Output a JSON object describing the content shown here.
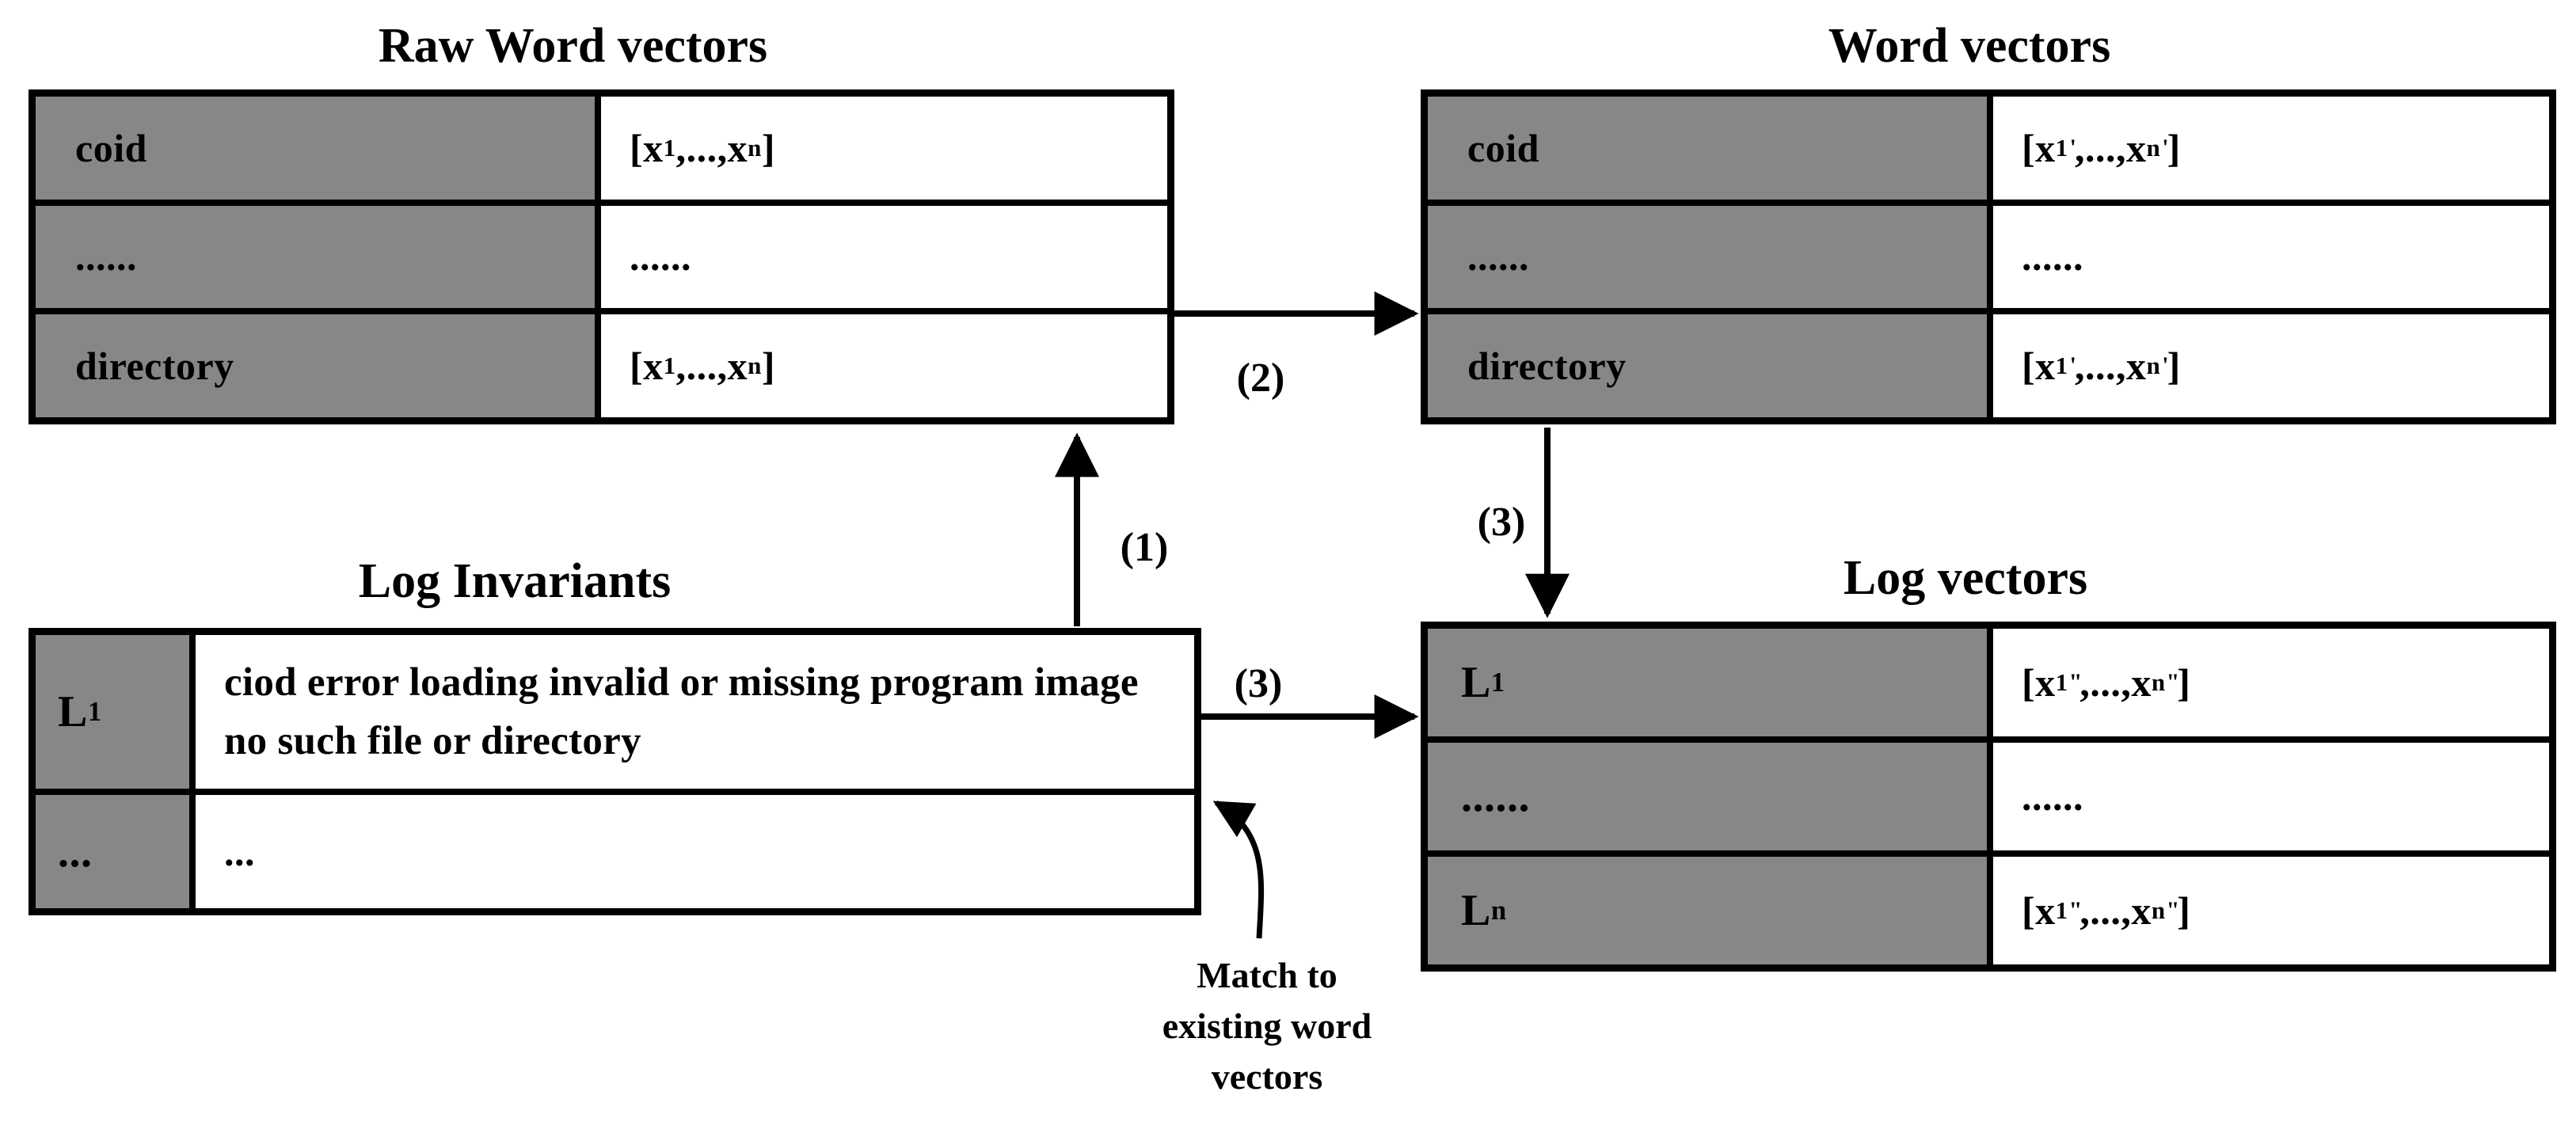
{
  "diagram": {
    "colors": {
      "header_fill": "#878787",
      "line": "#000000",
      "background": "#ffffff"
    },
    "tables": {
      "raw_word_vectors": {
        "title": "Raw Word vectors",
        "rows": [
          {
            "key": [
              {
                "t": "coid"
              }
            ],
            "value": [
              {
                "t": "[x"
              },
              {
                "sub": "1"
              },
              {
                "t": ",...,x"
              },
              {
                "sub": "n"
              },
              {
                "t": "]"
              }
            ]
          },
          {
            "key": [
              {
                "t": "......"
              }
            ],
            "value": [
              {
                "t": "......"
              }
            ]
          },
          {
            "key": [
              {
                "t": "directory"
              }
            ],
            "value": [
              {
                "t": "[x"
              },
              {
                "sub": "1"
              },
              {
                "t": ",...,x"
              },
              {
                "sub": "n"
              },
              {
                "t": "]"
              }
            ]
          }
        ]
      },
      "word_vectors": {
        "title": "Word vectors",
        "rows": [
          {
            "key": [
              {
                "t": "coid"
              }
            ],
            "value": [
              {
                "t": "[x"
              },
              {
                "sub": "1"
              },
              {
                "sup": "'"
              },
              {
                "t": ",...,x"
              },
              {
                "sub": "n"
              },
              {
                "sup": "'"
              },
              {
                "t": "]"
              }
            ]
          },
          {
            "key": [
              {
                "t": "......"
              }
            ],
            "value": [
              {
                "t": "......"
              }
            ]
          },
          {
            "key": [
              {
                "t": "directory"
              }
            ],
            "value": [
              {
                "t": "[x"
              },
              {
                "sub": "1"
              },
              {
                "sup": "'"
              },
              {
                "t": ",...,x"
              },
              {
                "sub": "n"
              },
              {
                "sup": "'"
              },
              {
                "t": "]"
              }
            ]
          }
        ]
      },
      "log_invariants": {
        "title": "Log Invariants",
        "rows": [
          {
            "key": [
              {
                "t": "L"
              },
              {
                "sub": "1"
              }
            ],
            "value": [
              {
                "t": "ciod error loading invalid or missing program image no such file or directory"
              }
            ]
          },
          {
            "key": [
              {
                "t": "..."
              }
            ],
            "value": [
              {
                "t": "..."
              }
            ]
          }
        ]
      },
      "log_vectors": {
        "title": "Log vectors",
        "rows": [
          {
            "key": [
              {
                "t": "L"
              },
              {
                "sub": "1"
              }
            ],
            "value": [
              {
                "t": "[x"
              },
              {
                "sub": "1"
              },
              {
                "sup": "''"
              },
              {
                "t": ",...,x"
              },
              {
                "sub": "n"
              },
              {
                "sup": "''"
              },
              {
                "t": "]"
              }
            ]
          },
          {
            "key": [
              {
                "t": "......"
              }
            ],
            "value": [
              {
                "t": "......"
              }
            ]
          },
          {
            "key": [
              {
                "t": "L"
              },
              {
                "sub": "n"
              }
            ],
            "value": [
              {
                "t": "[x"
              },
              {
                "sub": "1"
              },
              {
                "sup": "''"
              },
              {
                "t": ",...,x"
              },
              {
                "sub": "n"
              },
              {
                "sup": "''"
              },
              {
                "t": "]"
              }
            ]
          }
        ]
      }
    },
    "labels": {
      "step1": "(1)",
      "step2": "(2)",
      "step3_down": "(3)",
      "step3_right": "(3)"
    },
    "note": "Match to\nexisting word\nvectors"
  }
}
